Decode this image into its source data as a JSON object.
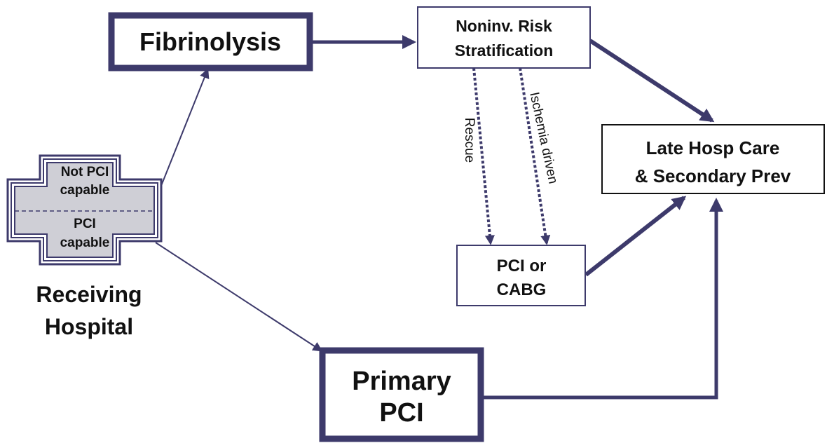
{
  "colors": {
    "navy": "#3d3a6b",
    "hospital_fill": "#cfcfd6",
    "text": "#111111",
    "background": "#ffffff"
  },
  "icons": {
    "hospital": "hospital-cross-icon"
  },
  "nodes": {
    "fibrinolysis": {
      "label": "Fibrinolysis"
    },
    "risk_stratification": {
      "line1": "Noninv. Risk",
      "line2": "Stratification"
    },
    "late_care": {
      "line1": "Late Hosp Care",
      "line2": "& Secondary Prev"
    },
    "pci_cabg": {
      "line1": "PCI or",
      "line2": "CABG"
    },
    "primary_pci": {
      "line1": "Primary",
      "line2": "PCI"
    },
    "hospital": {
      "top_line1": "Not PCI",
      "top_line2": "capable",
      "bottom_line1": "PCI",
      "bottom_line2": "capable",
      "caption_line1": "Receiving",
      "caption_line2": "Hospital"
    }
  },
  "edge_labels": {
    "rescue": "Rescue",
    "ischemia": "Ischemia driven"
  }
}
